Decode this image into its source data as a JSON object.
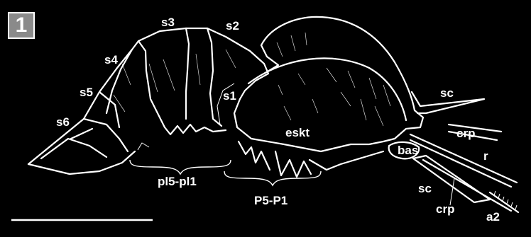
{
  "figure": {
    "panel_number": "1",
    "labels": {
      "s1": "s1",
      "s2": "s2",
      "s3": "s3",
      "s4": "s4",
      "s5": "s5",
      "s6": "s6",
      "eskt": "eskt",
      "sc_top": "sc",
      "crp_top": "crp",
      "r": "r",
      "bas": "bas",
      "sc_bottom": "sc",
      "crp_bottom": "crp",
      "a2": "a2",
      "pl5_pl1": "pl5-pl1",
      "p5_p1": "P5-P1"
    },
    "colors": {
      "background": "#000000",
      "line": "#ffffff",
      "badge": "#8a8a8a"
    }
  }
}
